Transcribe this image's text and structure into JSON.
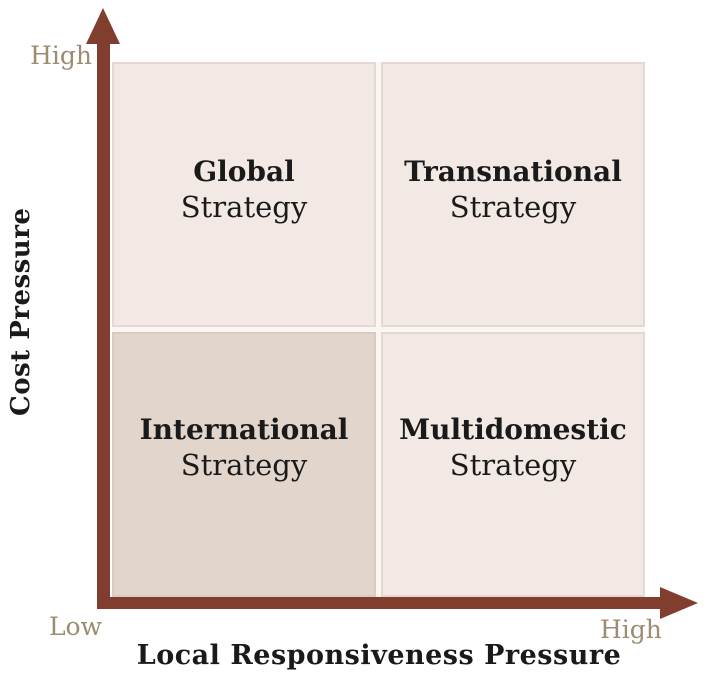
{
  "diagram": {
    "type": "2x2-matrix",
    "y_axis": {
      "title": "Cost Pressure",
      "max_label": "High"
    },
    "x_axis": {
      "title": "Local Responsiveness Pressure",
      "min_label": "Low",
      "max_label": "High"
    },
    "quadrants": [
      {
        "position": "top-left",
        "title": "Global",
        "subtitle": "Strategy"
      },
      {
        "position": "top-right",
        "title": "Transnational",
        "subtitle": "Strategy"
      },
      {
        "position": "bottom-left",
        "title": "International",
        "subtitle": "Strategy"
      },
      {
        "position": "bottom-right",
        "title": "Multidomestic",
        "subtitle": "Strategy"
      }
    ]
  },
  "colors": {
    "axis_color": "#813E2E",
    "tick_color": "#9C8C72",
    "text_color": "#1A1A1A",
    "bg_color": "#FFFFFF",
    "quadrant_light": "#F2E9E5",
    "quadrant_dark": "#E2D5CB",
    "quadrant_border_light": "#E4D9D2",
    "quadrant_border_dark": "#D9CBC0",
    "gap_color": "#FAF6F3"
  }
}
